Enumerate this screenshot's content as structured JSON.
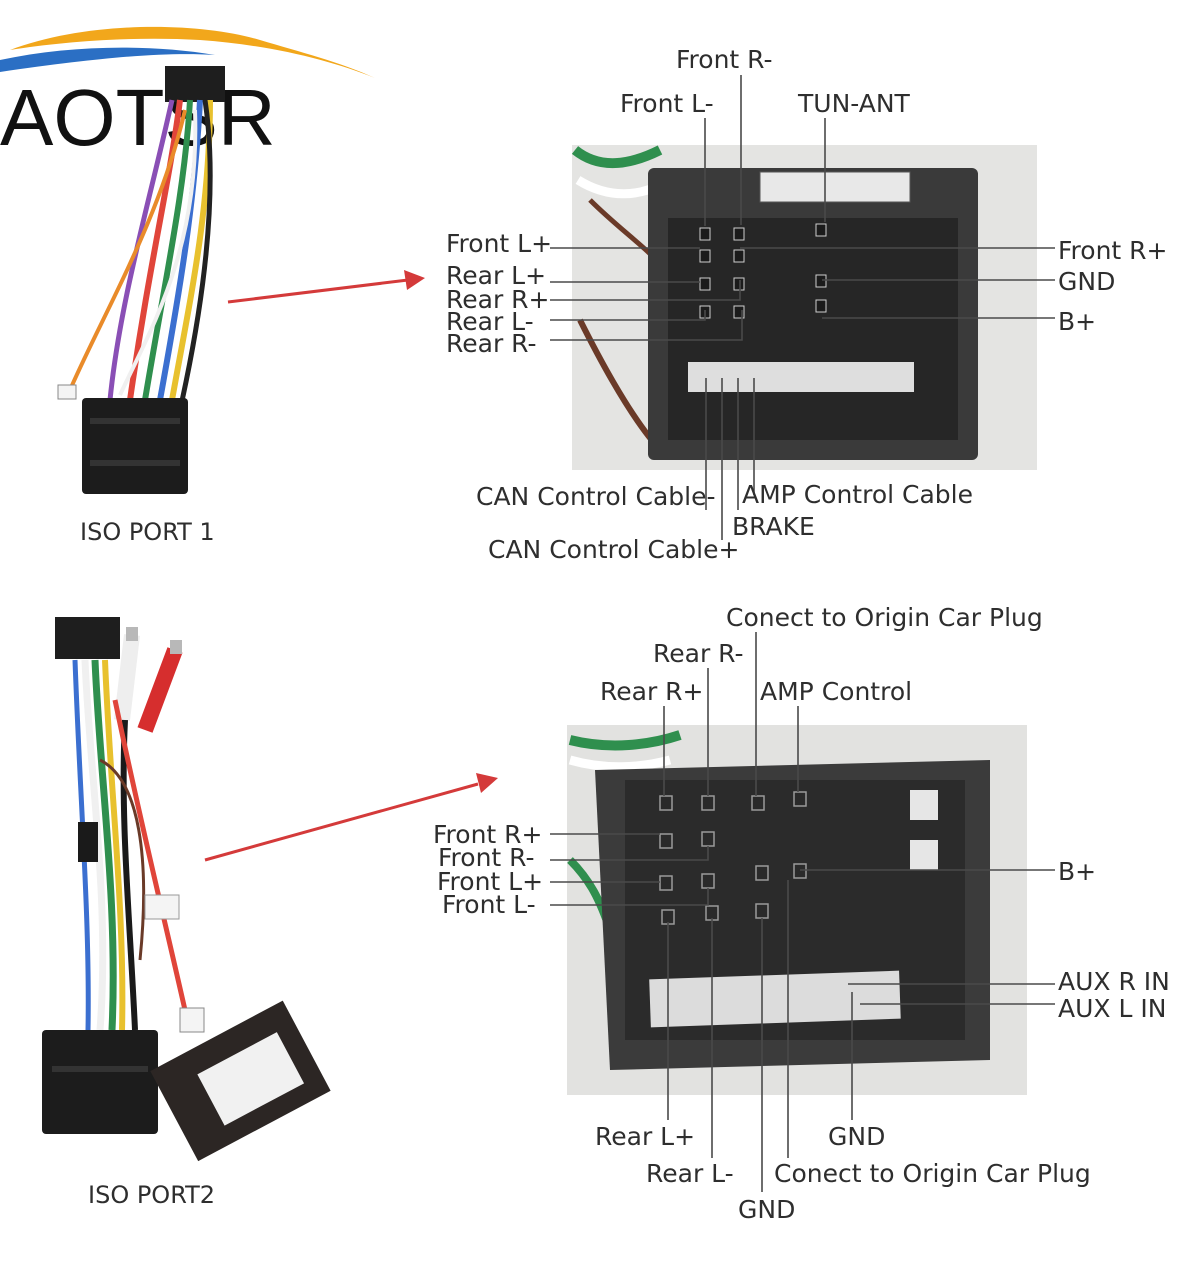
{
  "brand": {
    "name": "AOTSR"
  },
  "port1": {
    "caption": "ISO PORT 1",
    "labels": {
      "front_r_minus": "Front R-",
      "front_l_minus": "Front L-",
      "tun_ant": "TUN-ANT",
      "front_l_plus": "Front L+",
      "rear_l_plus": "Rear L+",
      "rear_r_plus": "Rear R+",
      "rear_l_minus": "Rear L-",
      "rear_r_minus": "Rear R-",
      "front_r_plus": "Front R+",
      "gnd": "GND",
      "b_plus": "B+",
      "can_minus": "CAN Control Cable-",
      "amp_control": "AMP Control Cable",
      "brake": "BRAKE",
      "can_plus": "CAN Control Cable+"
    }
  },
  "port2": {
    "caption": "ISO PORT2",
    "labels": {
      "connect_top": "Conect to Origin Car Plug",
      "rear_r_minus": "Rear R-",
      "rear_r_plus": "Rear R+",
      "amp_control": "AMP Control",
      "front_r_plus": "Front R+",
      "front_r_minus": "Front R-",
      "front_l_plus": "Front L+",
      "front_l_minus": "Front L-",
      "b_plus": "B+",
      "aux_r_in": "AUX R IN",
      "aux_l_in": "AUX L IN",
      "rear_l_plus": "Rear L+",
      "gnd_right": "GND",
      "rear_l_minus": "Rear L-",
      "connect_bottom": "Conect to Origin Car Plug",
      "gnd_bottom": "GND"
    }
  },
  "colors": {
    "arrow": "#d43a3a",
    "logo_swoosh_1": "#f2a71b",
    "logo_swoosh_2": "#2b6fc4",
    "connector_body": "#3a3a3a",
    "photo_bg": "#e4e4e2"
  }
}
